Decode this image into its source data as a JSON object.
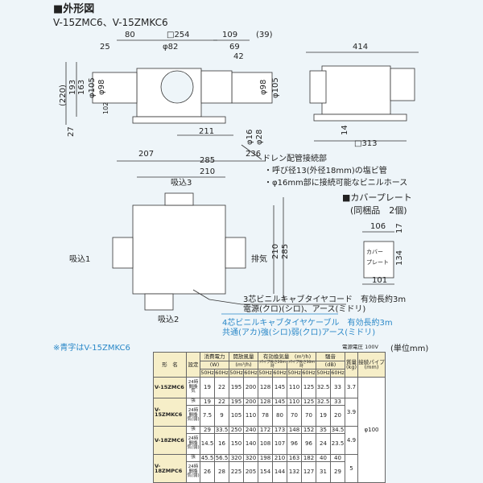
{
  "section_title": "■外形図",
  "models_subtitle": "V-15ZMC6、V-15ZMKC6",
  "front_view": {
    "dims": [
      "80",
      "□254",
      "109",
      "(39)",
      "25",
      "φ82",
      "69",
      "42",
      "(220)",
      "193",
      "163",
      "φ105",
      "φ98",
      "102",
      "φ98",
      "φ105",
      "27",
      "211",
      "φ16",
      "φ28"
    ]
  },
  "side_view": {
    "dims": [
      "414",
      "14",
      "□313"
    ]
  },
  "plan_view": {
    "dims": [
      "207",
      "285",
      "236",
      "210",
      "210",
      "285"
    ],
    "labels": {
      "inlet3": "吸込3",
      "inlet1": "吸込1",
      "inlet2": "吸込2",
      "exhaust": "排気"
    }
  },
  "drain": {
    "title": "ドレン配管接続部",
    "line1": "・呼び径13(外径18mm)の塩ビ管",
    "line2": "・φ16mm部に接続可能なビニルホース"
  },
  "cover_plate": {
    "title": "■カバープレート",
    "subtitle": "(同梱品　2個)",
    "label1": "カバー",
    "label2": "プレート",
    "dims": [
      "106",
      "17",
      "134",
      "101"
    ]
  },
  "cables": {
    "cord3": "3芯ビニルキャブタイヤコード　有効長約3m",
    "cord3_wires": "電源(クロ)(シロ)、アース(ミドリ)",
    "cable4": "4芯ビニルキャブタイヤケーブル　有効長約3m",
    "cable4_wires": "共通(アカ)強(シロ)弱(クロ)アース(ミドリ)"
  },
  "note": "※青字はV-15ZMKC6",
  "voltage": "電源電圧 100V",
  "unit": "(単位mm)",
  "table": {
    "headers": {
      "model": "形　名",
      "setting": "設定",
      "power": "消費電力",
      "power_unit": "(W)",
      "airflow_open": "開放風量",
      "airflow_unit": "(m³/h)",
      "effective": "有効換気量　(m³/h)",
      "pipe20": "パイプ長さ20m時",
      "pipe30": "パイプ長さ30m時",
      "noise": "騒音",
      "noise_unit": "(dB)",
      "mass": "質量",
      "mass_unit": "(kg)",
      "pipe": "接続パイプ",
      "pipe_unit": "(mm)",
      "hz50": "50Hz",
      "hz60": "60Hz"
    },
    "pipe_value": "φ100",
    "rows": [
      {
        "model": "V-15ZMC6",
        "mass": "3.7",
        "settings": [
          {
            "label": "24時間換気",
            "values": [
              "19",
              "22",
              "195",
              "200",
              "128",
              "145",
              "110",
              "125",
              "32.5",
              "33"
            ]
          }
        ]
      },
      {
        "model": "V-15ZMKC6",
        "mass": "3.9",
        "settings": [
          {
            "label": "強",
            "values": [
              "19",
              "22",
              "195",
              "200",
              "128",
              "145",
              "110",
              "125",
              "32.5",
              "33"
            ]
          },
          {
            "label": "24時間換気(弱)",
            "values": [
              "7.5",
              "9",
              "105",
              "110",
              "78",
              "80",
              "70",
              "70",
              "19",
              "20"
            ]
          }
        ]
      },
      {
        "model": "V-18ZMC6",
        "mass": "4.9",
        "settings": [
          {
            "label": "強",
            "values": [
              "29",
              "33.5",
              "250",
              "240",
              "172",
              "173",
              "148",
              "152",
              "35",
              "34.5"
            ]
          },
          {
            "label": "24時間換気(弱)",
            "values": [
              "14.5",
              "16",
              "150",
              "140",
              "108",
              "107",
              "96",
              "96",
              "24",
              "23.5"
            ]
          }
        ]
      },
      {
        "model": "V-18ZMPC6",
        "mass": "5",
        "settings": [
          {
            "label": "強",
            "values": [
              "45.5",
              "56.5",
              "320",
              "320",
              "198",
              "210",
              "163",
              "182",
              "40",
              "40"
            ]
          },
          {
            "label": "24時間換気(弱)",
            "values": [
              "26",
              "28",
              "225",
              "205",
              "154",
              "144",
              "132",
              "127",
              "31",
              "29"
            ]
          }
        ]
      }
    ]
  }
}
